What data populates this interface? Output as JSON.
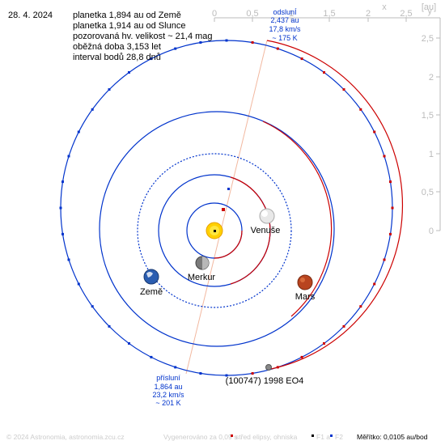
{
  "header": {
    "date": "28. 4. 2024",
    "info_lines": [
      "planetka 1,894 au od Země",
      "planetka 1,914 au od Slunce",
      "pozorovaná hv. velikost ~ 21,4 mag",
      "oběžná doba 3,153 let",
      "interval bodů 28,8 dnů"
    ]
  },
  "axis": {
    "unit": "[au]",
    "corner_x": "x",
    "corner_y": "y",
    "x_ticks": [
      "0",
      "0,5",
      "1",
      "1,5",
      "2",
      "2,5"
    ],
    "y_ticks": [
      "2,5",
      "2",
      "1,5",
      "1",
      "0,5",
      "0"
    ]
  },
  "bodies": {
    "venus": "Venuše",
    "mercury": "Merkur",
    "earth": "Země",
    "mars": "Mars",
    "asteroid": "(100747) 1998 EO4"
  },
  "aphelion": {
    "title": "odslunÍ",
    "distance": "2,437 au",
    "speed": "17,8 km/s",
    "temp": "~ 175 K"
  },
  "perihelion": {
    "title": "přísluní",
    "distance": "1,864 au",
    "speed": "23,2 km/s",
    "temp": "~ 201 K"
  },
  "footer": {
    "copyright": "© 2024 Astronomia, astronomia.zcu.cz",
    "generated": "Vygenerováno za 0,09 s",
    "legend_center": "střed elipsy, ohniska",
    "legend_f1": "F1 a",
    "legend_f2": "F2",
    "scale": "Měřítko: 0,0105 au/bod"
  },
  "colors": {
    "orbit_red": "#cc0000",
    "orbit_blue": "#0033cc",
    "label_blue": "#0033cc",
    "axis_gray": "#bbbbbb",
    "apsis_line": "#f2b8a0",
    "sun": "#ffd000"
  }
}
